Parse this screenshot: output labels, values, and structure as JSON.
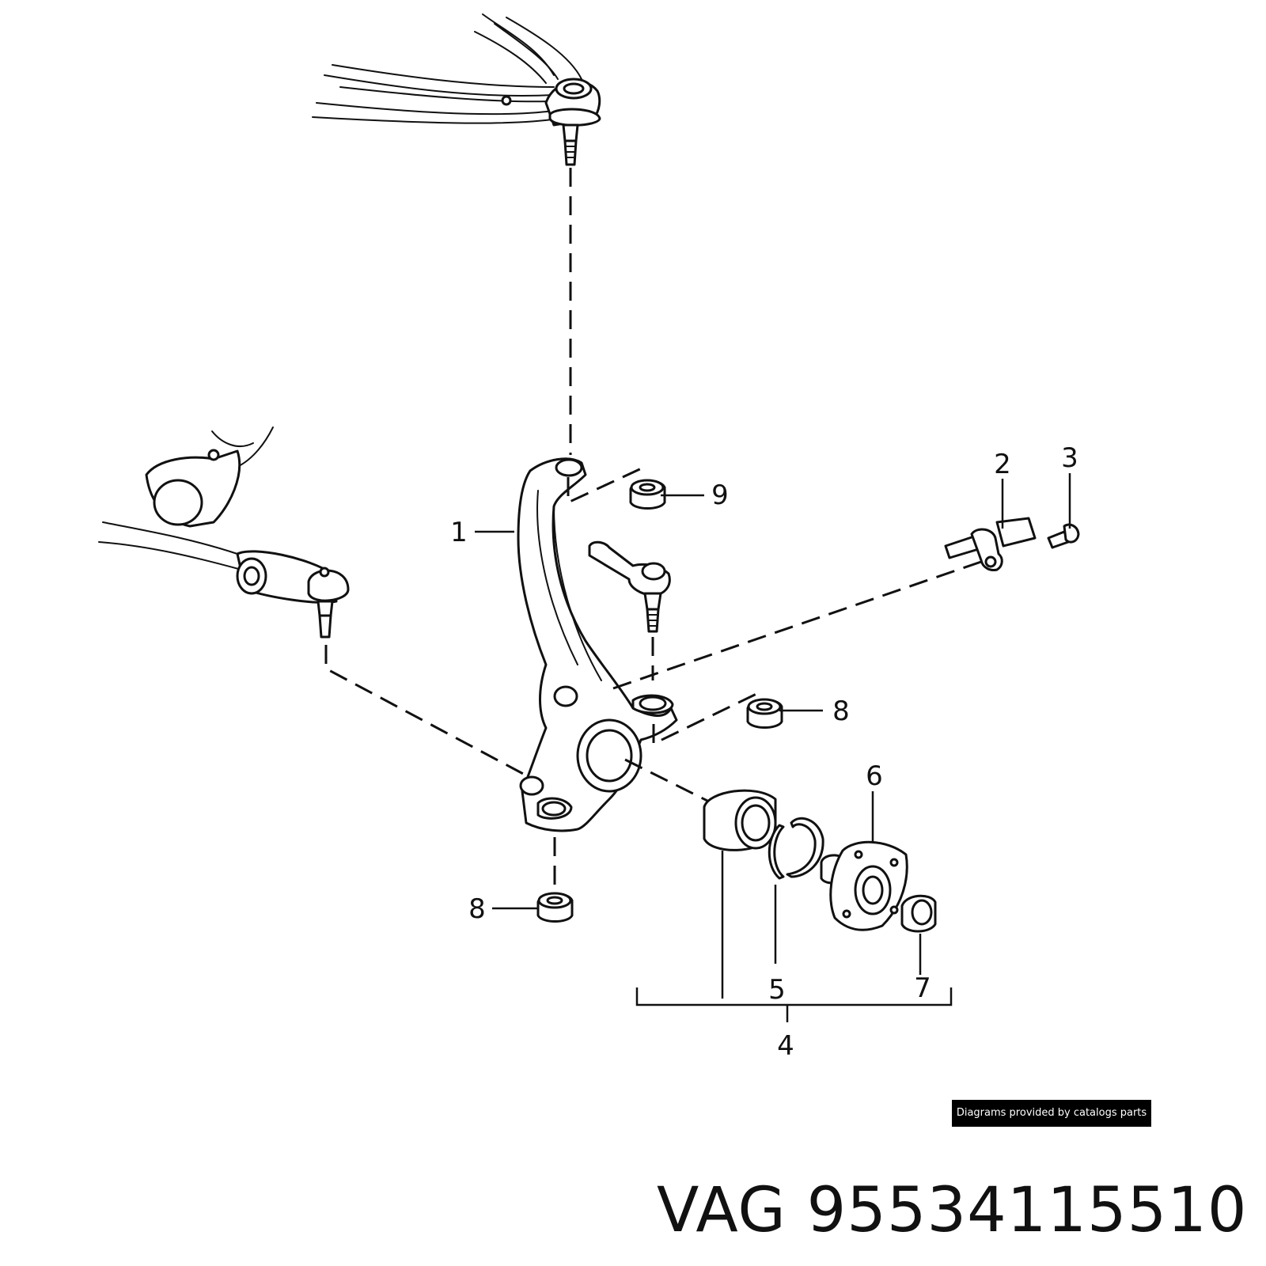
{
  "callouts": {
    "knuckle": "1",
    "speed_sensor": "2",
    "sensor_bolt": "3",
    "hub_kit": "4",
    "circlip": "5",
    "wheel_hub": "6",
    "axle_nut": "7",
    "nut_lower": "8",
    "nut_tie_rod": "8",
    "nut_upper": "9"
  },
  "credit": "Diagrams provided by catalogs parts",
  "caption": {
    "brand": "VAG",
    "part_number": "95534115510"
  },
  "colors": {
    "ink": "#111111",
    "background": "#ffffff",
    "badge": "#000000"
  }
}
